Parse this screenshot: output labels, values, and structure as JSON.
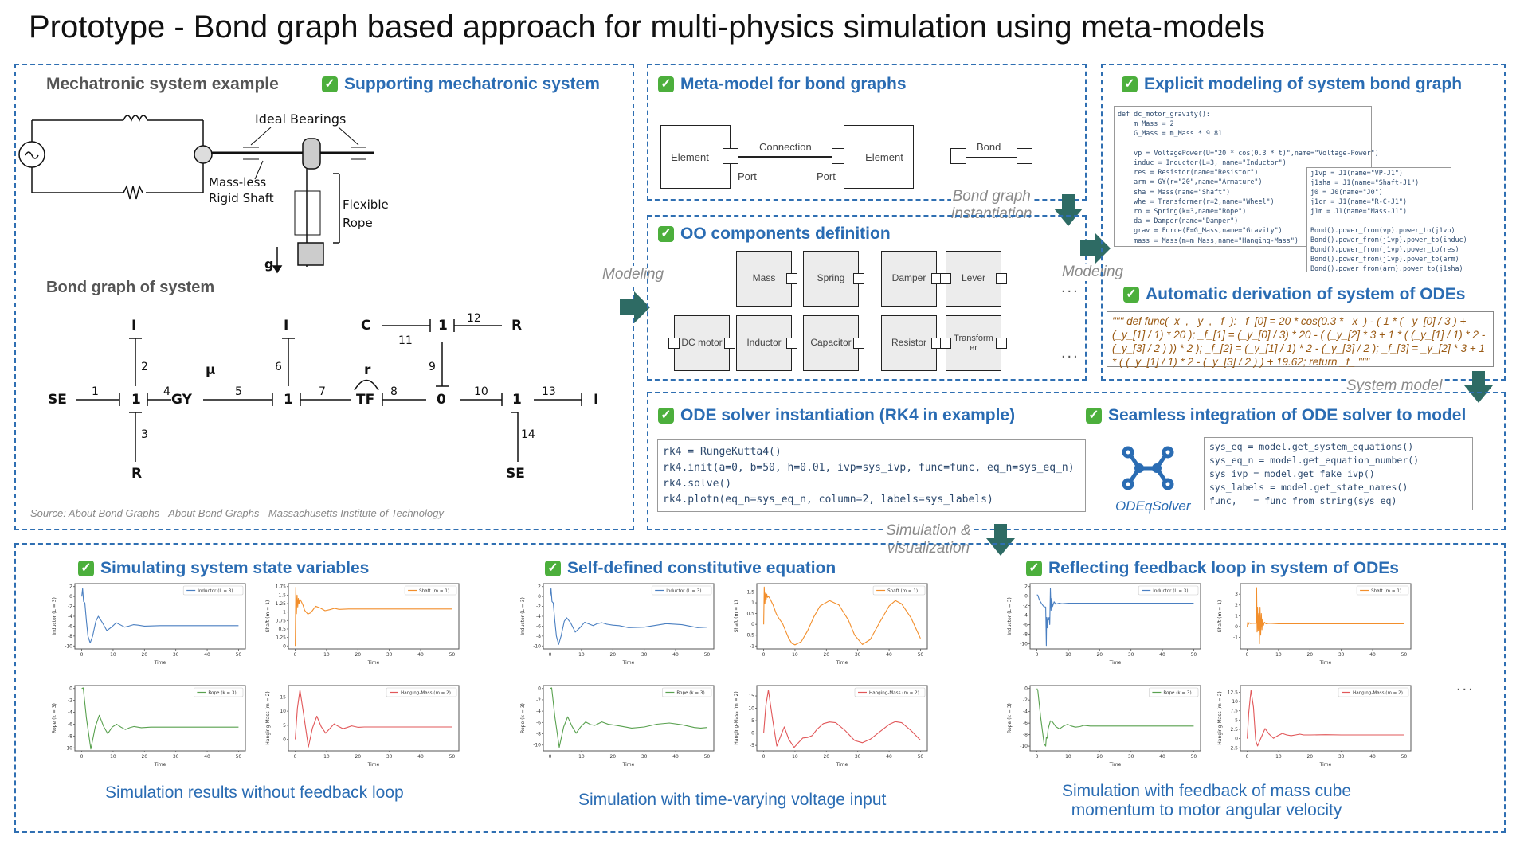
{
  "title": "Prototype - Bond graph based approach for multi-physics simulation using meta-models",
  "colors": {
    "accent": "#2a6cb3",
    "arrow": "#2e6b64",
    "check": "#4caf3c",
    "code_orange": "#9a5a14"
  },
  "mechatronic": {
    "heading_gray": "Mechatronic system example",
    "heading": "Supporting mechatronic system",
    "labels": {
      "bearings": "Ideal Bearings",
      "shaft1": "Mass-less",
      "shaft2": "Rigid Shaft",
      "rope1": "Flexible",
      "rope2": "Rope",
      "g": "g"
    },
    "bond_graph_heading": "Bond graph of system",
    "source": "Source: About Bond Graphs - About Bond Graphs - Massachusetts Institute of Technology",
    "bond_graph": {
      "nodes": [
        "SE",
        "1",
        "GY",
        "1",
        "TF",
        "0",
        "1",
        "I",
        "I",
        "R",
        "I",
        "C",
        "1",
        "R",
        "SE"
      ],
      "bond_numbers": [
        "1",
        "2",
        "3",
        "4",
        "5",
        "6",
        "7",
        "8",
        "9",
        "10",
        "11",
        "12",
        "13",
        "14"
      ],
      "mu": "μ",
      "r": "r"
    }
  },
  "metamodel": {
    "heading": "Meta-model for bond graphs",
    "element_left": "Element",
    "element_right": "Element",
    "connection": "Connection",
    "port_left": "Port",
    "port_right": "Port",
    "bond": "Bond"
  },
  "oo": {
    "heading": "OO components definition",
    "row1": [
      "Mass",
      "Spring",
      "Damper",
      "Lever"
    ],
    "row2": [
      "DC motor",
      "Inductor",
      "Capacitor",
      "Resistor",
      "Transformer"
    ],
    "more": "..."
  },
  "flows": {
    "modeling_left": "Modeling",
    "bond_graph_instantiation_1": "Bond graph",
    "bond_graph_instantiation_2": "instantiation",
    "modeling_right": "Modeling",
    "system_model": "System model",
    "simvis_1": "Simulation &",
    "simvis_2": "visualization"
  },
  "explicit": {
    "heading": "Explicit modeling of system bond graph",
    "code_main": [
      "def dc_motor_gravity():",
      "    m_Mass = 2",
      "    G_Mass = m_Mass * 9.81",
      "",
      "    vp = VoltagePower(U=\"20 * cos(0.3 * t)\",name=\"Voltage-Power\")",
      "    induc = Inductor(L=3, name=\"Inductor\")",
      "    res = Resistor(name=\"Resistor\")",
      "    arm = GY(r=\"20\",name=\"Armature\")",
      "    sha = Mass(name=\"Shaft\")",
      "    whe = Transformer(r=2,name=\"Wheel\")",
      "    ro = Spring(k=3,name=\"Rope\")",
      "    da = Damper(name=\"Damper\")",
      "    grav = Force(F=G_Mass,name=\"Gravity\")",
      "    mass = Mass(m=m_Mass,name=\"Hanging-Mass\")"
    ],
    "code_overlay": [
      "j1vp = J1(name=\"VP-J1\")",
      "j1sha = J1(name=\"Shaft-J1\")",
      "j0 = J0(name=\"J0\")",
      "j1cr = J1(name=\"R-C-J1\")",
      "j1m = J1(name=\"Mass-J1\")",
      "",
      "Bond().power_from(vp).power_to(j1vp)",
      "Bond().power_from(j1vp).power_to(induc)",
      "Bond().power_from(j1vp).power_to(res)",
      "Bond().power_from(j1vp).power_to(arm)",
      "Bond().power_from(arm).power_to(j1sha)"
    ]
  },
  "odes": {
    "heading": "Automatic derivation of system of ODEs",
    "equation": "\"\"\" def func(_x_, _y_, _f_): _f_[0] = 20 * cos(0.3 * _x_) - ( 1 * ( _y_[0] / 3 ) + (_y_[1] / 1) * 20 ); _f_[1] = (_y_[0] / 3) * 20 - ( (_y_[2] * 3 + 1 * ( (_y_[1] / 1) * 2 - (_y_[3] / 2 ) )) * 2 ); _f_[2] = (_y_[1] / 1) * 2 - (_y_[3] / 2 ); _f_[3] = _y_[2] * 3 + 1 * ( (_y_[1] / 1) * 2 - (_y_[3] / 2 ) ) + 19.62; return _f_ \"\"\""
  },
  "solver": {
    "heading": "ODE solver instantiation (RK4 in example)",
    "code": [
      "rk4 = RungeKutta4()",
      "rk4.init(a=0, b=50, h=0.01, ivp=sys_ivp, func=func, eq_n=sys_eq_n)",
      "rk4.solve()",
      "rk4.plotn(eq_n=sys_eq_n, column=2, labels=sys_labels)"
    ]
  },
  "integration": {
    "heading": "Seamless integration of ODE solver to model",
    "logo_label": "ODEqSolver",
    "code": [
      "sys_eq = model.get_system_equations()",
      "sys_eq_n = model.get_equation_number()",
      "sys_ivp = model.get_fake_ivp()",
      "sys_labels = model.get_state_names()",
      "func, _ = func_from_string(sys_eq)"
    ]
  },
  "results": [
    {
      "heading": "Simulating system state variables",
      "caption": "Simulation results without feedback loop"
    },
    {
      "heading": "Self-defined constitutive equation",
      "caption": "Simulation with time-varying voltage input"
    },
    {
      "heading": "Reflecting feedback loop in system of ODEs",
      "caption_1": "Simulation with feedback of mass cube",
      "caption_2": "momentum to motor angular velocity",
      "more": "..."
    }
  ],
  "chart_data": [
    {
      "type": "line",
      "group": "no-feedback",
      "title": "",
      "legend": "Inductor (L = 3)",
      "ylabel": "Inductor (L = 3)",
      "xlabel": "Time",
      "color": "#4a7fc1",
      "xlim": [
        0,
        50
      ],
      "ylim": [
        -10,
        2
      ],
      "yticks": [
        2,
        0,
        -2,
        -4,
        -6,
        -8,
        -10
      ],
      "xticks": [
        0,
        10,
        20,
        30,
        40,
        50
      ],
      "x": [
        0,
        0.3,
        0.6,
        1,
        1.5,
        2,
        2.7,
        3.5,
        4.5,
        5.3,
        6.5,
        8,
        9.5,
        11,
        12.5,
        13.7,
        15,
        16.5,
        18,
        20,
        25,
        30,
        40,
        50
      ],
      "y": [
        0,
        1.6,
        -1,
        -1.3,
        -5,
        -8,
        -9.4,
        -8,
        -5,
        -4,
        -5.2,
        -6.9,
        -6.2,
        -5.3,
        -5.8,
        -6.2,
        -6.0,
        -5.7,
        -5.8,
        -6.0,
        -5.9,
        -5.9,
        -5.9,
        -5.9
      ]
    },
    {
      "type": "line",
      "group": "no-feedback",
      "legend": "Shaft (m = 1)",
      "ylabel": "Shaft (m = 1)",
      "xlabel": "Time",
      "color": "#f28e2b",
      "xlim": [
        0,
        50
      ],
      "ylim": [
        0,
        1.75
      ],
      "yticks": [
        0,
        0.25,
        0.5,
        0.75,
        1.0,
        1.25,
        1.5,
        1.75
      ],
      "xticks": [
        0,
        10,
        20,
        30,
        40,
        50
      ],
      "x": [
        0,
        0.2,
        0.4,
        0.6,
        0.8,
        1,
        1.2,
        1.5,
        2,
        2.5,
        3,
        4,
        5,
        6.5,
        8,
        9.5,
        11,
        12.5,
        14,
        17,
        20,
        30,
        40,
        50
      ],
      "y": [
        0,
        1.73,
        0.95,
        1.5,
        1.15,
        1.4,
        1.25,
        1.38,
        1.3,
        1.2,
        1.05,
        0.94,
        0.98,
        1.17,
        1.12,
        1.04,
        1.07,
        1.11,
        1.08,
        1.09,
        1.09,
        1.09,
        1.09,
        1.09
      ]
    },
    {
      "type": "line",
      "group": "no-feedback",
      "legend": "Rope (k = 3)",
      "ylabel": "Rope (k = 3)",
      "xlabel": "Time",
      "color": "#59a14f",
      "xlim": [
        0,
        50
      ],
      "ylim": [
        -10,
        0
      ],
      "yticks": [
        0,
        -2,
        -4,
        -6,
        -8,
        -10
      ],
      "xticks": [
        0,
        10,
        20,
        30,
        40,
        50
      ],
      "x": [
        0,
        0.5,
        1.5,
        2.9,
        4.3,
        5.6,
        7,
        8.3,
        9.7,
        11.1,
        12.5,
        13.9,
        15.3,
        16.7,
        19,
        22,
        30,
        40,
        50
      ],
      "y": [
        0,
        0.1,
        -5,
        -10.2,
        -6.5,
        -4.5,
        -6.4,
        -7.6,
        -6.5,
        -6.0,
        -6.5,
        -6.9,
        -6.6,
        -6.4,
        -6.6,
        -6.5,
        -6.5,
        -6.5,
        -6.5
      ]
    },
    {
      "type": "line",
      "group": "no-feedback",
      "legend": "Hanging-Mass (m = 2)",
      "ylabel": "Hanging-Mass (m = 2)",
      "xlabel": "Time",
      "color": "#e15759",
      "xlim": [
        0,
        50
      ],
      "ylim": [
        -3,
        18
      ],
      "yticks": [
        0,
        5,
        10,
        15
      ],
      "xticks": [
        0,
        10,
        20,
        30,
        40,
        50
      ],
      "x": [
        0,
        0.7,
        1.5,
        2.8,
        4.2,
        5.5,
        6.9,
        8.3,
        9.7,
        11,
        12.4,
        13.8,
        15.2,
        16.5,
        18,
        20,
        22,
        30,
        40,
        50
      ],
      "y": [
        0,
        11,
        17.5,
        8,
        -2.7,
        4,
        8.2,
        4.5,
        2.2,
        3.8,
        5.5,
        4.6,
        3.8,
        4.2,
        4.8,
        4.3,
        4.4,
        4.4,
        4.4,
        4.4
      ]
    },
    {
      "type": "line",
      "group": "time-varying",
      "legend": "Inductor (L = 3)",
      "ylabel": "Inductor (L = 3)",
      "xlabel": "Time",
      "color": "#4a7fc1",
      "xlim": [
        0,
        50
      ],
      "ylim": [
        -10,
        2
      ],
      "yticks": [
        2,
        0,
        -2,
        -4,
        -6,
        -8,
        -10
      ],
      "xticks": [
        0,
        10,
        20,
        30,
        40,
        50
      ],
      "x": [
        0,
        0.3,
        0.6,
        1,
        1.5,
        2,
        2.7,
        3.5,
        4.5,
        5.3,
        6.5,
        8,
        9.5,
        11,
        12.5,
        13.7,
        15,
        16.5,
        18,
        20,
        22,
        25,
        30,
        37,
        42,
        47,
        50
      ],
      "y": [
        0,
        1.6,
        -1,
        -1.3,
        -5,
        -8,
        -9.7,
        -8,
        -5,
        -4.3,
        -5.3,
        -7.2,
        -6.3,
        -5.2,
        -5.6,
        -5.9,
        -5.5,
        -5.3,
        -5.6,
        -5.8,
        -5.9,
        -6.3,
        -6.2,
        -5.5,
        -5.7,
        -6.3,
        -6.2
      ]
    },
    {
      "type": "line",
      "group": "time-varying",
      "legend": "Shaft (m = 1)",
      "ylabel": "Shaft (m = 1)",
      "xlabel": "Time",
      "color": "#f28e2b",
      "xlim": [
        0,
        50
      ],
      "ylim": [
        -1,
        1.75
      ],
      "yticks": [
        1.5,
        1.0,
        0.5,
        0.0,
        -0.5,
        -1.0
      ],
      "xticks": [
        0,
        10,
        20,
        30,
        40,
        50
      ],
      "x": [
        0,
        0.2,
        0.4,
        0.6,
        0.8,
        1,
        1.2,
        1.5,
        2,
        3,
        4,
        5,
        6,
        7,
        8,
        9,
        10,
        12,
        14,
        16,
        18,
        21,
        24,
        27,
        29,
        31.5,
        34,
        37,
        40,
        42,
        44,
        47,
        50
      ],
      "y": [
        0,
        1.73,
        0.95,
        1.45,
        1.15,
        1.4,
        1.25,
        1.3,
        1.2,
        0.9,
        0.5,
        0.25,
        0.05,
        -0.3,
        -0.65,
        -0.88,
        -0.95,
        -0.8,
        -0.3,
        0.35,
        0.85,
        1.1,
        0.9,
        0.2,
        -0.5,
        -0.93,
        -0.7,
        0.1,
        0.85,
        1.1,
        0.95,
        0.3,
        -0.65
      ]
    },
    {
      "type": "line",
      "group": "time-varying",
      "legend": "Rope (k = 3)",
      "ylabel": "Rope (k = 3)",
      "xlabel": "Time",
      "color": "#59a14f",
      "xlim": [
        0,
        50
      ],
      "ylim": [
        -10.5,
        0
      ],
      "yticks": [
        0,
        -2,
        -4,
        -6,
        -8,
        -10
      ],
      "xticks": [
        0,
        10,
        20,
        30,
        40,
        50
      ],
      "x": [
        0,
        0.5,
        1.5,
        2.9,
        4.3,
        5.6,
        7,
        8.3,
        9.7,
        11.3,
        13,
        14.3,
        16.5,
        18.5,
        21,
        23,
        26,
        30,
        34,
        38,
        42,
        46,
        48,
        50
      ],
      "y": [
        0,
        0.1,
        -5,
        -10.4,
        -6.8,
        -5,
        -6.7,
        -7.9,
        -6.8,
        -5.9,
        -6.4,
        -6.5,
        -5.9,
        -6.3,
        -6.5,
        -6.7,
        -7.0,
        -6.8,
        -6.3,
        -6.1,
        -6.4,
        -6.9,
        -7.0,
        -6.9
      ]
    },
    {
      "type": "line",
      "group": "time-varying",
      "legend": "Hanging-Mass (m = 2)",
      "ylabel": "Hanging-Mass (m = 2)",
      "xlabel": "Time",
      "color": "#e15759",
      "xlim": [
        0,
        50
      ],
      "ylim": [
        -6,
        18
      ],
      "yticks": [
        15,
        10,
        5,
        0,
        -5
      ],
      "xticks": [
        0,
        10,
        20,
        30,
        40,
        50
      ],
      "x": [
        0,
        0.7,
        1.5,
        2.8,
        4.2,
        5.5,
        6.6,
        8,
        9.7,
        11,
        12.5,
        14,
        15.5,
        17,
        19,
        21,
        23,
        26,
        29,
        31.5,
        34,
        37,
        40,
        42,
        44,
        47,
        50
      ],
      "y": [
        0,
        11,
        17.4,
        6,
        -5.3,
        -1,
        2.5,
        -2.5,
        -5.8,
        -4,
        -2,
        -1.8,
        -1,
        1.5,
        3.8,
        4.5,
        4.2,
        1,
        -3,
        -3.9,
        -2.5,
        0.5,
        3.5,
        4.6,
        4.2,
        1,
        -2.9
      ]
    },
    {
      "type": "line",
      "group": "feedback",
      "legend": "Inductor (L = 3)",
      "ylabel": "Inductor (L = 3)",
      "xlabel": "Time",
      "color": "#4a7fc1",
      "xlim": [
        0,
        50
      ],
      "ylim": [
        -10.5,
        2
      ],
      "yticks": [
        2,
        0,
        -2,
        -4,
        -6,
        -8,
        -10
      ],
      "xticks": [
        0,
        10,
        20,
        30,
        40,
        50
      ],
      "x": [
        0,
        0.3,
        0.8,
        1.5,
        2.2,
        2.8,
        3.0,
        3.1,
        3.3,
        3.5,
        3.7,
        3.9,
        4.1,
        4.3,
        4.5,
        4.7,
        5,
        5.5,
        6,
        7,
        8,
        10,
        15,
        20,
        30,
        40,
        50
      ],
      "y": [
        0.3,
        0.2,
        -0.8,
        -1.6,
        -2.2,
        -2.3,
        -10.4,
        -4.5,
        -6.7,
        -4.5,
        -5,
        -4.5,
        -6,
        1.6,
        -3,
        -0.5,
        -2.2,
        -1.2,
        -1.7,
        -1.5,
        -1.6,
        -1.5,
        -1.5,
        -1.5,
        -1.5,
        -1.5,
        -1.5
      ]
    },
    {
      "type": "line",
      "group": "feedback",
      "legend": "Shaft (m = 1)",
      "ylabel": "Shaft (m = 1)",
      "xlabel": "Time",
      "color": "#f28e2b",
      "xlim": [
        0,
        50
      ],
      "ylim": [
        -1.8,
        3.7
      ],
      "yticks": [
        3,
        2,
        1,
        0,
        -1
      ],
      "xticks": [
        0,
        10,
        20,
        30,
        40,
        50
      ],
      "x": [
        0,
        0.2,
        0.4,
        0.6,
        1,
        1.5,
        2,
        2.5,
        2.9,
        3.0,
        3.15,
        3.3,
        3.5,
        3.7,
        3.9,
        4.1,
        4.3,
        4.5,
        4.7,
        4.9,
        5.2,
        5.5,
        6,
        7,
        10,
        20,
        30,
        40,
        50
      ],
      "y": [
        0,
        0.4,
        0.2,
        0.35,
        0.28,
        0.3,
        0.3,
        0.3,
        0.3,
        3.6,
        -0.5,
        1.8,
        -0.4,
        1.2,
        -1.6,
        1.8,
        -0.8,
        1.2,
        -0.3,
        0.7,
        0.1,
        0.4,
        0.25,
        0.3,
        0.25,
        0.25,
        0.25,
        0.25,
        0.25
      ]
    },
    {
      "type": "line",
      "group": "feedback",
      "legend": "Rope (k = 3)",
      "ylabel": "Rope (k = 3)",
      "xlabel": "Time",
      "color": "#59a14f",
      "xlim": [
        0,
        50
      ],
      "ylim": [
        -10.3,
        0
      ],
      "yticks": [
        0,
        -2,
        -4,
        -6,
        -8,
        -10
      ],
      "xticks": [
        0,
        10,
        20,
        30,
        40,
        50
      ],
      "x": [
        0,
        0.3,
        1.2,
        2.3,
        2.8,
        3.0,
        3.3,
        3.6,
        4.3,
        5,
        6,
        7.2,
        8.5,
        9.8,
        11,
        12.3,
        13.7,
        15,
        17,
        20,
        25,
        30,
        40,
        50
      ],
      "y": [
        0,
        -0.3,
        -5,
        -9.6,
        -10,
        -8.5,
        -8.6,
        -7,
        -5.6,
        -5.8,
        -6.6,
        -7.0,
        -6.5,
        -6.2,
        -6.5,
        -6.7,
        -6.6,
        -6.4,
        -6.5,
        -6.5,
        -6.5,
        -6.5,
        -6.5,
        -6.5
      ]
    },
    {
      "type": "line",
      "group": "feedback",
      "legend": "Hanging-Mass (m = 2)",
      "ylabel": "Hanging-Mass (m = 2)",
      "xlabel": "Time",
      "color": "#e15759",
      "xlim": [
        0,
        50
      ],
      "ylim": [
        -2.5,
        13.5
      ],
      "yticks": [
        12.5,
        10.0,
        7.5,
        5.0,
        2.5,
        0.0,
        -2.5
      ],
      "xticks": [
        0,
        10,
        20,
        30,
        40,
        50
      ],
      "x": [
        0,
        0.5,
        1.2,
        2,
        2.7,
        3.3,
        4.3,
        5.7,
        7,
        8.4,
        9.8,
        11.2,
        12.6,
        14,
        15.4,
        16.8,
        18,
        20,
        25,
        30,
        40,
        50
      ],
      "y": [
        0,
        7,
        13,
        8.5,
        -0.5,
        -2,
        0,
        2.7,
        1.2,
        0.1,
        0.8,
        1.4,
        1.0,
        0.8,
        1.0,
        1.2,
        1.0,
        1.0,
        1.05,
        1.0,
        1.0,
        1.0
      ]
    }
  ]
}
